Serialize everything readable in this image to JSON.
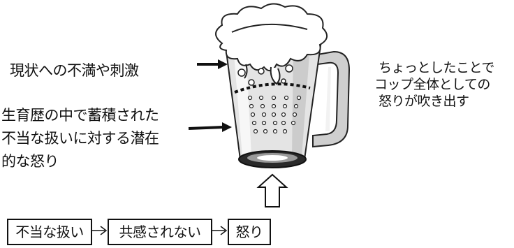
{
  "labels": {
    "current": "現状への不満や刺激",
    "accumulated_line1": "生育歴の中で蓄積された",
    "accumulated_line2": "不当な扱いに対する潜在",
    "accumulated_line3": "的な怒り",
    "result_line1": "ちょっとしたことで",
    "result_line2": "コップ全体としての",
    "result_line3": "怒りが吹き出す"
  },
  "flow": {
    "step1": "不当な扱い",
    "step2": "共感されない",
    "step3": "怒り"
  }
}
